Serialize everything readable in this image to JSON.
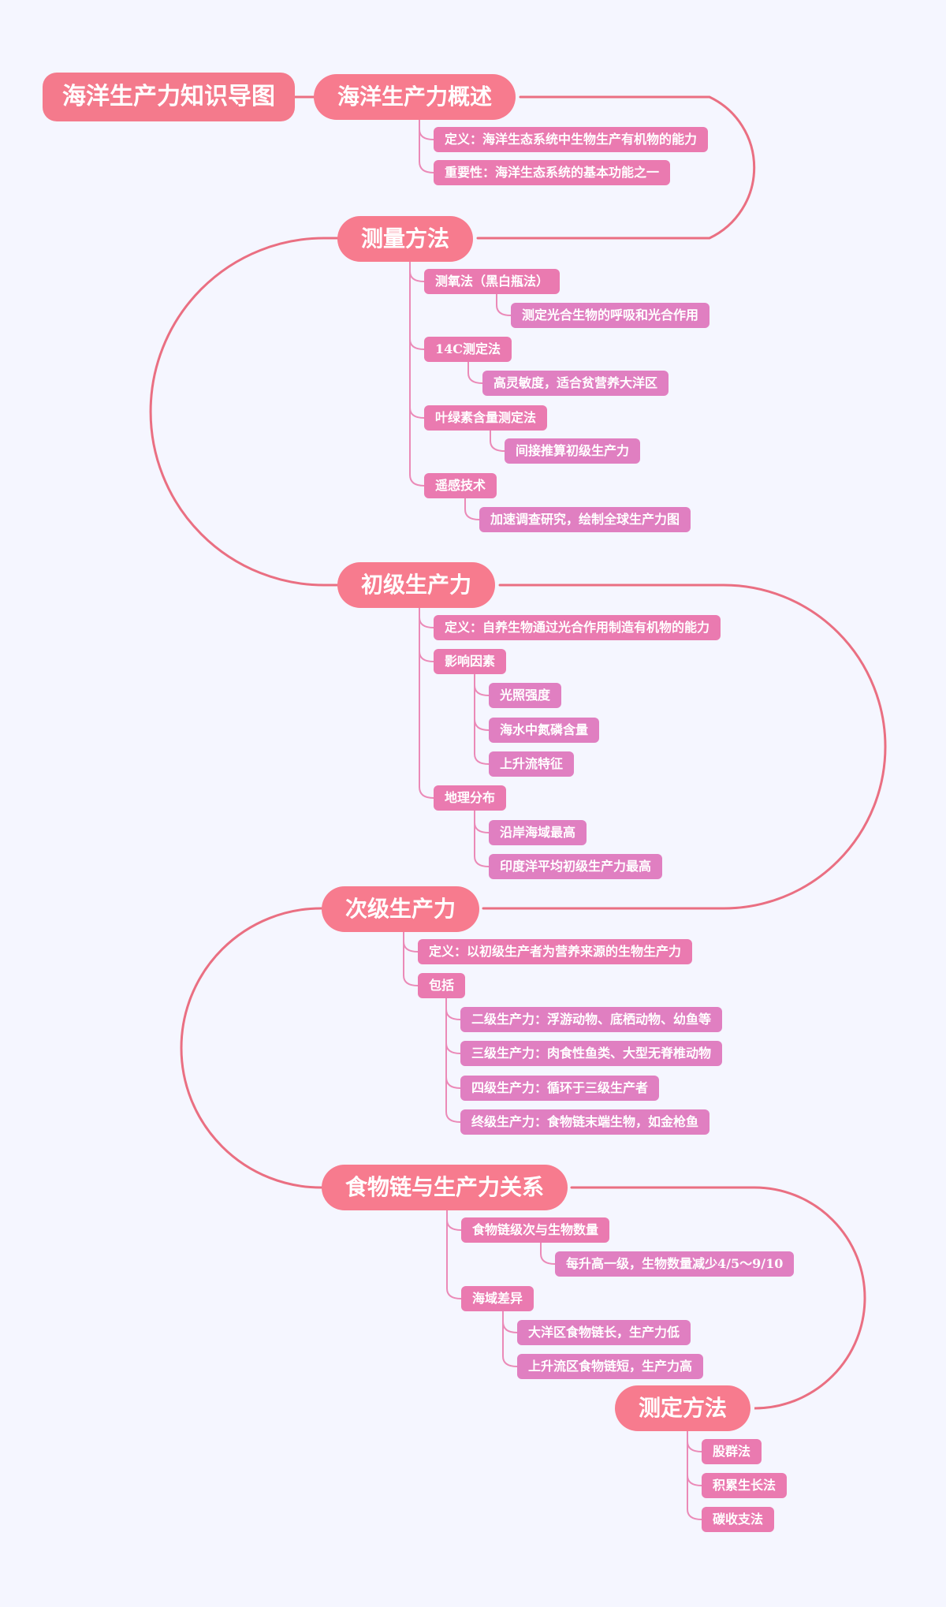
{
  "title": "海洋生产力知识导图",
  "sections": {
    "overview": {
      "label": "海洋生产力概述",
      "definition": "定义：海洋生态系统中生物生产有机物的能力",
      "importance": "重要性：海洋生态系统的基本功能之一"
    },
    "methods": {
      "label": "测量方法",
      "oxygen": "测氧法（黑白瓶法）",
      "oxygen_note": "测定光合生物的呼吸和光合作用",
      "c14": "14C测定法",
      "c14_note": "高灵敏度，适合贫营养大洋区",
      "chlorophyll": "叶绿素含量测定法",
      "chlorophyll_note": "间接推算初级生产力",
      "remote": "遥感技术",
      "remote_note": "加速调查研究，绘制全球生产力图"
    },
    "primary": {
      "label": "初级生产力",
      "definition": "定义：自养生物通过光合作用制造有机物的能力",
      "factors": "影响因素",
      "factor_1": "光照强度",
      "factor_2": "海水中氮磷含量",
      "factor_3": "上升流特征",
      "distribution": "地理分布",
      "dist_1": "沿岸海域最高",
      "dist_2": "印度洋平均初级生产力最高"
    },
    "secondary": {
      "label": "次级生产力",
      "definition": "定义：以初级生产者为营养来源的生物生产力",
      "includes": "包括",
      "inc_1": "二级生产力：浮游动物、底栖动物、幼鱼等",
      "inc_2": "三级生产力：肉食性鱼类、大型无脊椎动物",
      "inc_3": "四级生产力：循环于三级生产者",
      "inc_4": "终级生产力：食物链末端生物，如金枪鱼"
    },
    "foodchain": {
      "label": "食物链与生产力关系",
      "levels": "食物链级次与生物数量",
      "levels_note": "每升高一级，生物数量减少4/5～9/10",
      "regional": "海域差异",
      "regional_1": "大洋区食物链长，生产力低",
      "regional_2": "上升流区食物链短，生产力高"
    },
    "measurement": {
      "label": "测定方法",
      "m1": "股群法",
      "m2": "积累生长法",
      "m3": "碳收支法"
    }
  },
  "colors": {
    "background": "#f5f6ff",
    "title": "#f47a8c",
    "section": "#f77b8e",
    "item": "#ea7ab0",
    "leaf": "#e07fc1",
    "main_connector": "#ea6f82",
    "branch_connector": "#eb8ab8"
  }
}
